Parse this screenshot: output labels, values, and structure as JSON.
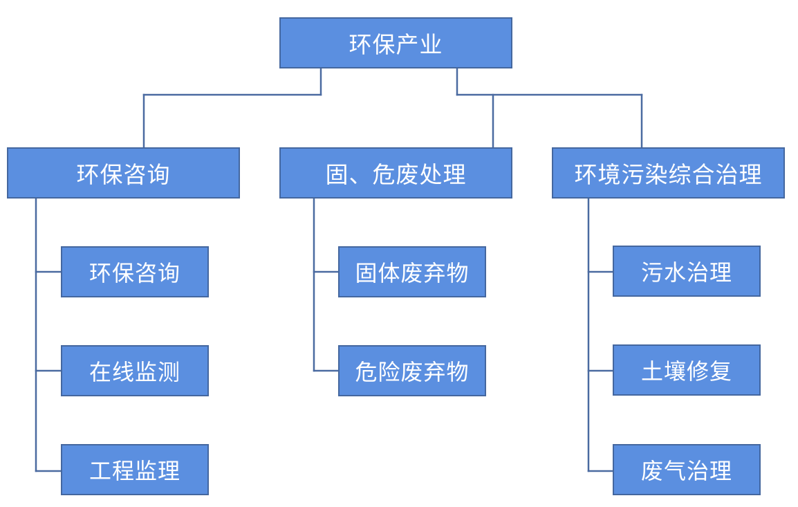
{
  "root": {
    "label": "环保产业"
  },
  "categories": [
    {
      "label": "环保咨询",
      "children": [
        "环保咨询",
        "在线监测",
        "工程监理"
      ]
    },
    {
      "label": "固、危废处理",
      "children": [
        "固体废弃物",
        "危险废弃物"
      ]
    },
    {
      "label": "环境污染综合治理",
      "children": [
        "污水治理",
        "土壤修复",
        "废气治理"
      ]
    }
  ],
  "colors": {
    "node_fill": "#5b8fe0",
    "node_border": "#44679f",
    "connector": "#4a6aa0",
    "text": "#ffffff"
  }
}
